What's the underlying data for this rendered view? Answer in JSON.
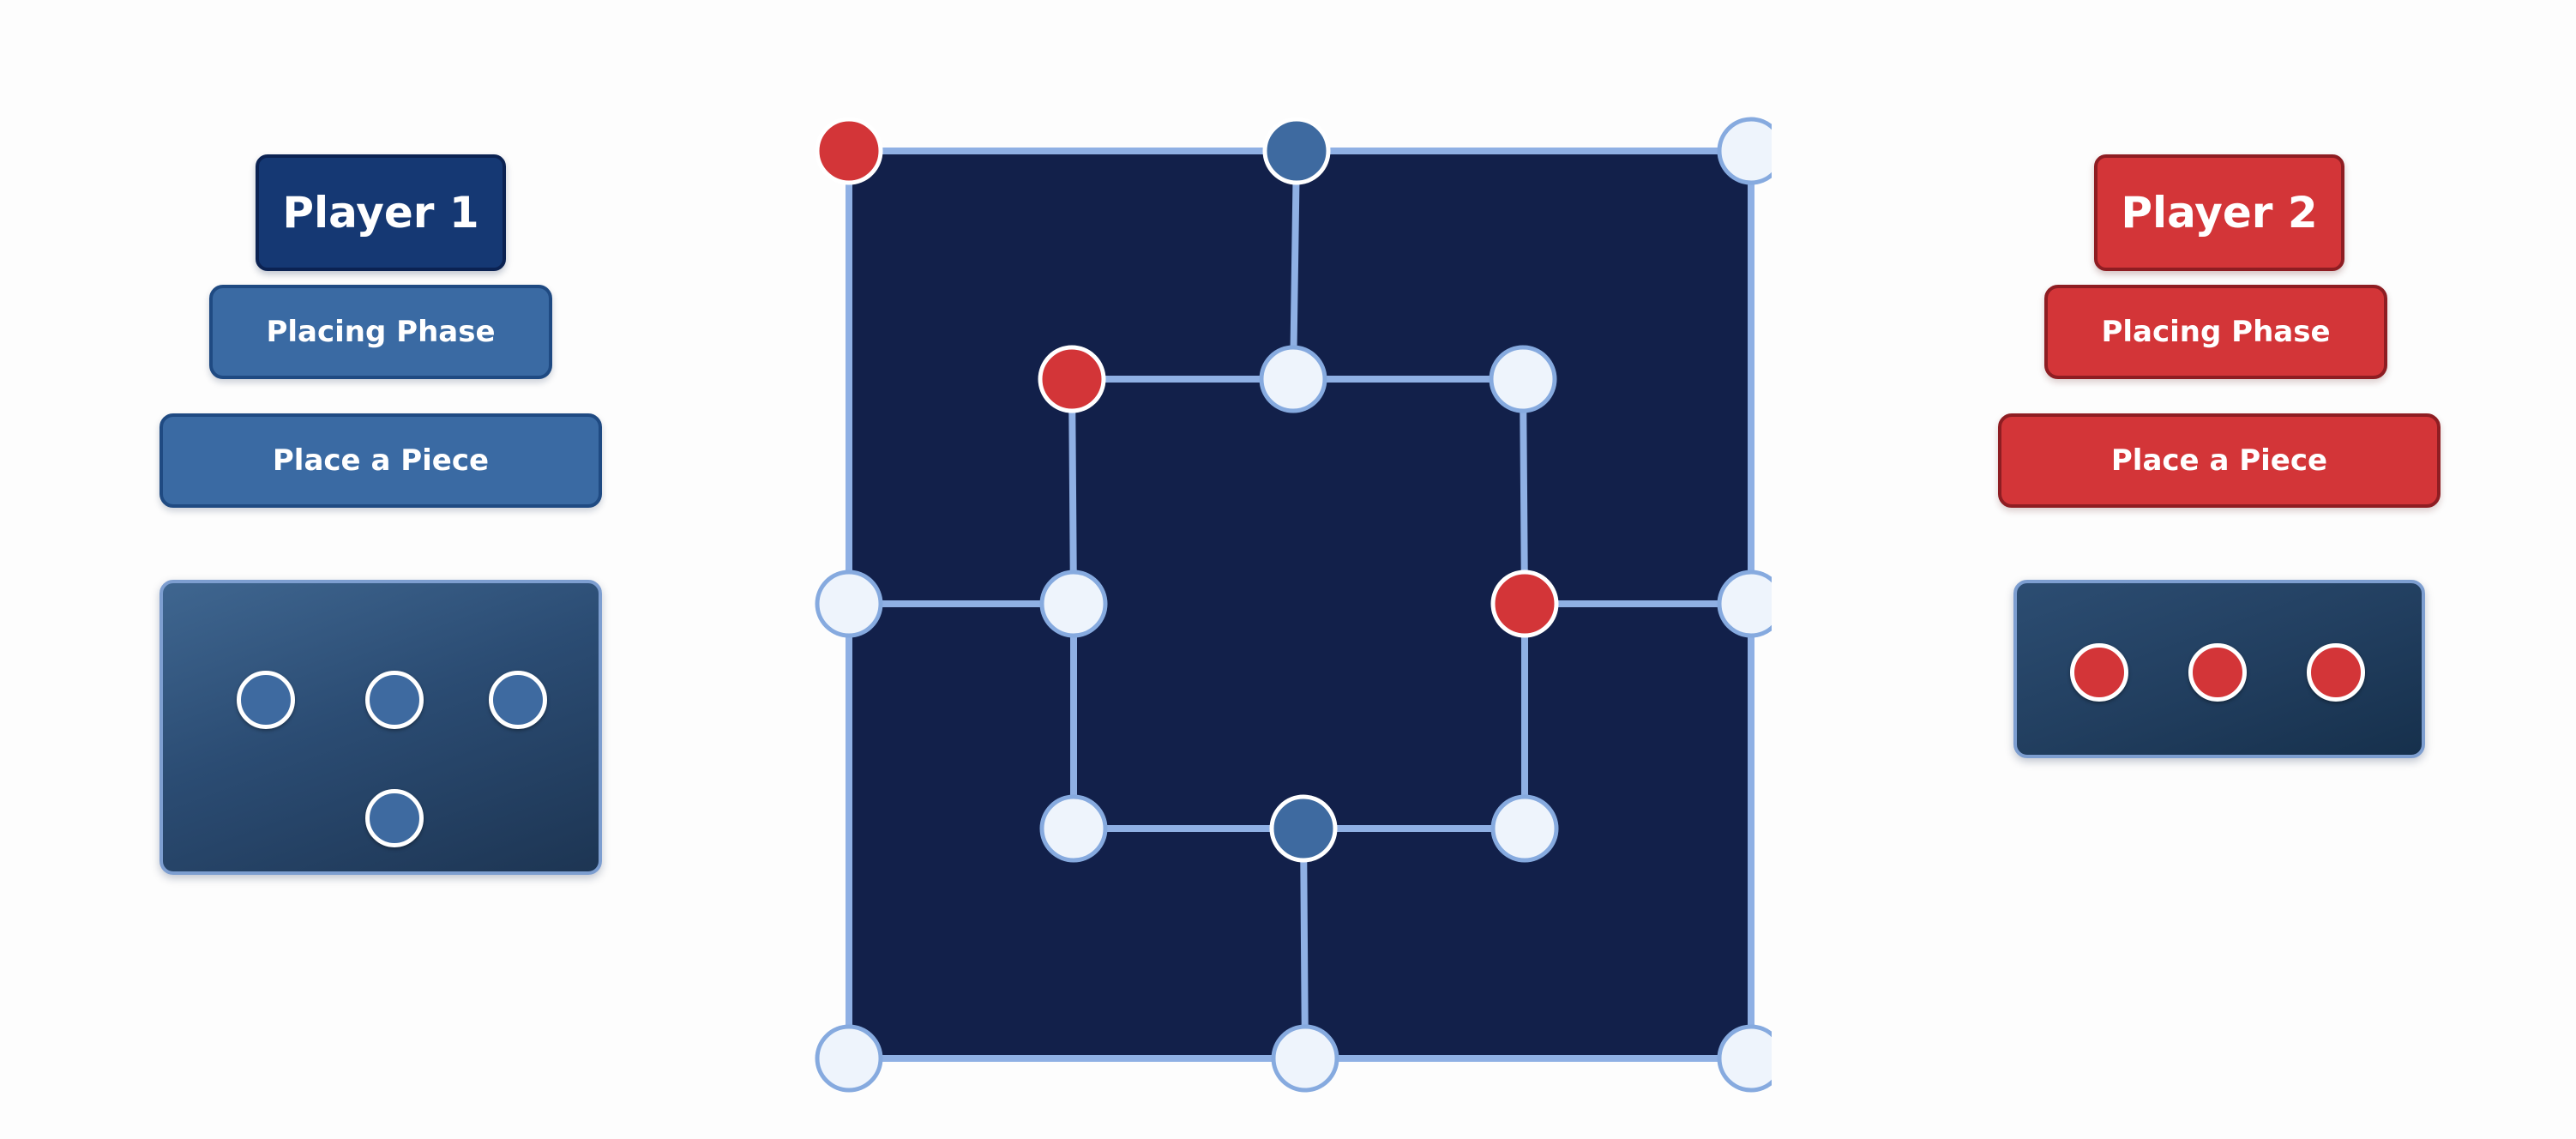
{
  "players": [
    {
      "id": "p1",
      "title": "Player 1",
      "phase": "Placing Phase",
      "action": "Place a Piece",
      "color": "#3e6aa0",
      "reserve_pieces": 4
    },
    {
      "id": "p2",
      "title": "Player 2",
      "phase": "Placing Phase",
      "action": "Place a Piece",
      "color": "#d33538",
      "reserve_pieces": 3
    }
  ],
  "board": {
    "background": "#12204a",
    "line_color": "#8fb0e4",
    "empty_point_color": "#eef4fc",
    "points": [
      {
        "id": "outer-top-left",
        "state": "red"
      },
      {
        "id": "outer-top-mid",
        "state": "blue"
      },
      {
        "id": "outer-top-right",
        "state": "empty"
      },
      {
        "id": "outer-mid-left",
        "state": "empty"
      },
      {
        "id": "outer-mid-right",
        "state": "empty"
      },
      {
        "id": "outer-bottom-left",
        "state": "empty"
      },
      {
        "id": "outer-bottom-mid",
        "state": "empty"
      },
      {
        "id": "outer-bottom-right",
        "state": "empty"
      },
      {
        "id": "inner-top-left",
        "state": "red"
      },
      {
        "id": "inner-top-mid",
        "state": "empty"
      },
      {
        "id": "inner-top-right",
        "state": "empty"
      },
      {
        "id": "inner-mid-left",
        "state": "empty"
      },
      {
        "id": "inner-mid-right",
        "state": "red"
      },
      {
        "id": "inner-bottom-left",
        "state": "empty"
      },
      {
        "id": "inner-bottom-mid",
        "state": "blue"
      },
      {
        "id": "inner-bottom-right",
        "state": "empty"
      }
    ]
  }
}
